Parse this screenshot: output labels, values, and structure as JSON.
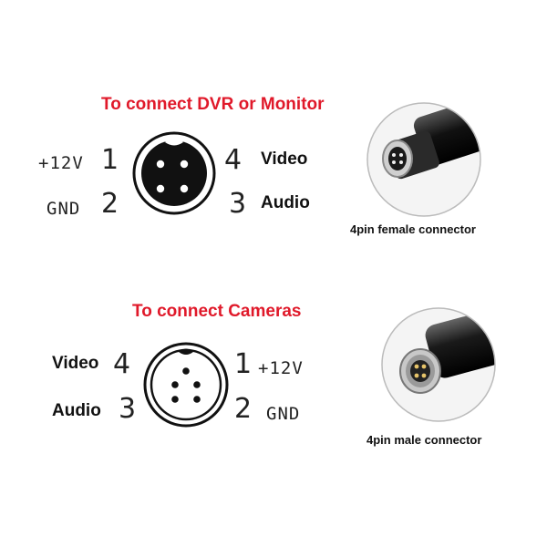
{
  "top": {
    "title": "To connect DVR or Monitor",
    "pins": {
      "pin1": {
        "label": "+12V",
        "number": "1"
      },
      "pin2": {
        "label": "GND",
        "number": "2"
      },
      "pin4": {
        "label": "Video",
        "number": "4"
      },
      "pin3": {
        "label": "Audio",
        "number": "3"
      }
    },
    "caption": "4pin female connector",
    "connector_icon": "female-connector-photo"
  },
  "bottom": {
    "title": "To connect Cameras",
    "pins": {
      "pin4": {
        "label": "Video",
        "number": "4"
      },
      "pin3": {
        "label": "Audio",
        "number": "3"
      },
      "pin1": {
        "label": "+12V",
        "number": "1"
      },
      "pin2": {
        "label": "GND",
        "number": "2"
      }
    },
    "caption": "4pin male connector",
    "connector_icon": "male-connector-photo"
  },
  "colors": {
    "title_red": "#e0192a",
    "text": "#111111"
  }
}
